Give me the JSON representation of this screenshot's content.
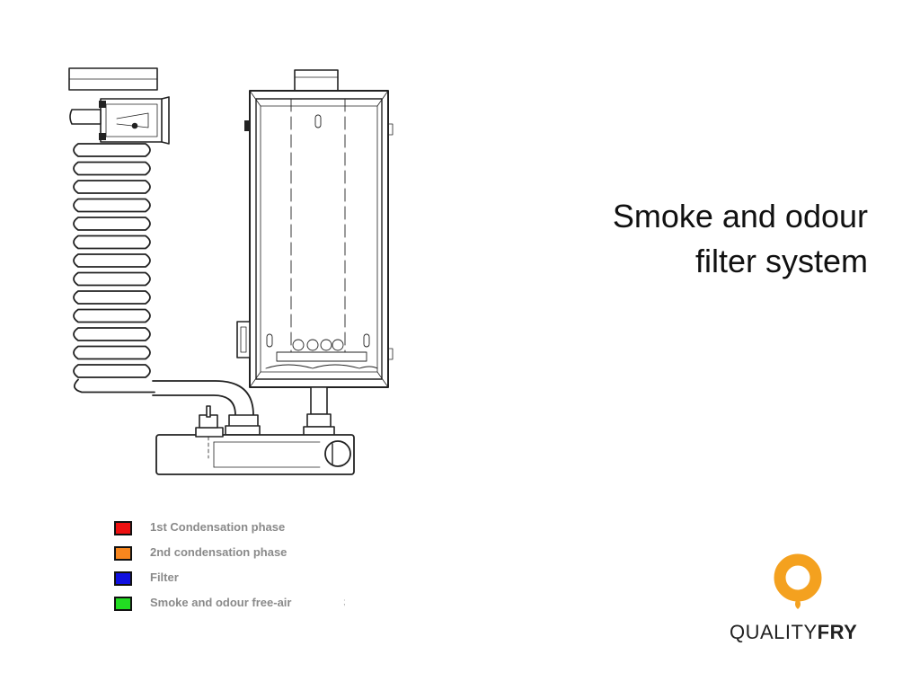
{
  "slide": {
    "title_lines": [
      "Smoke and odour",
      "filter system"
    ]
  },
  "legend": {
    "items": [
      {
        "label": "1st Condensation phase",
        "color": "#ee1111"
      },
      {
        "label": "2nd condensation phase",
        "color": "#f7861e"
      },
      {
        "label": "Filter",
        "color": "#1010e0"
      },
      {
        "label": "Smoke and odour free-air",
        "color": "#22dd22"
      }
    ],
    "stray_mark": ";"
  },
  "logo": {
    "word_regular": "QUALITY",
    "word_bold": "FRY",
    "mark_color": "#f4a11f"
  }
}
